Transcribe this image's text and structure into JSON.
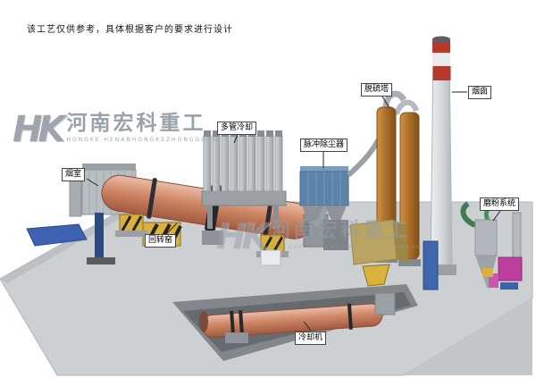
{
  "page": {
    "disclaimer": "该工艺仅供参考，具体根据客户的要求进行设计"
  },
  "watermark": {
    "logo": "HK",
    "company_cn": "河南宏科重工",
    "company_en": "HONGKE HENANHONGKEZHONGGONG"
  },
  "labels": {
    "smoke_chamber": "烟室",
    "rotary_kiln": "回转窑",
    "multi_tube_cooler": "多管冷却",
    "pulse_dust_collector": "脉冲除尘器",
    "desulfurization_tower": "脱硫塔",
    "chimney": "烟囱",
    "milling_system": "磨粉系统",
    "cooling_machine": "冷却机"
  },
  "colors": {
    "kiln": "#c97f60",
    "desulfurization_tower": "#b5762f",
    "chimney_band": "#b53a2e",
    "dust_collector": "#5d83ab",
    "floor": "#ccd0d3",
    "hazard_yellow": "#d9b13b"
  }
}
